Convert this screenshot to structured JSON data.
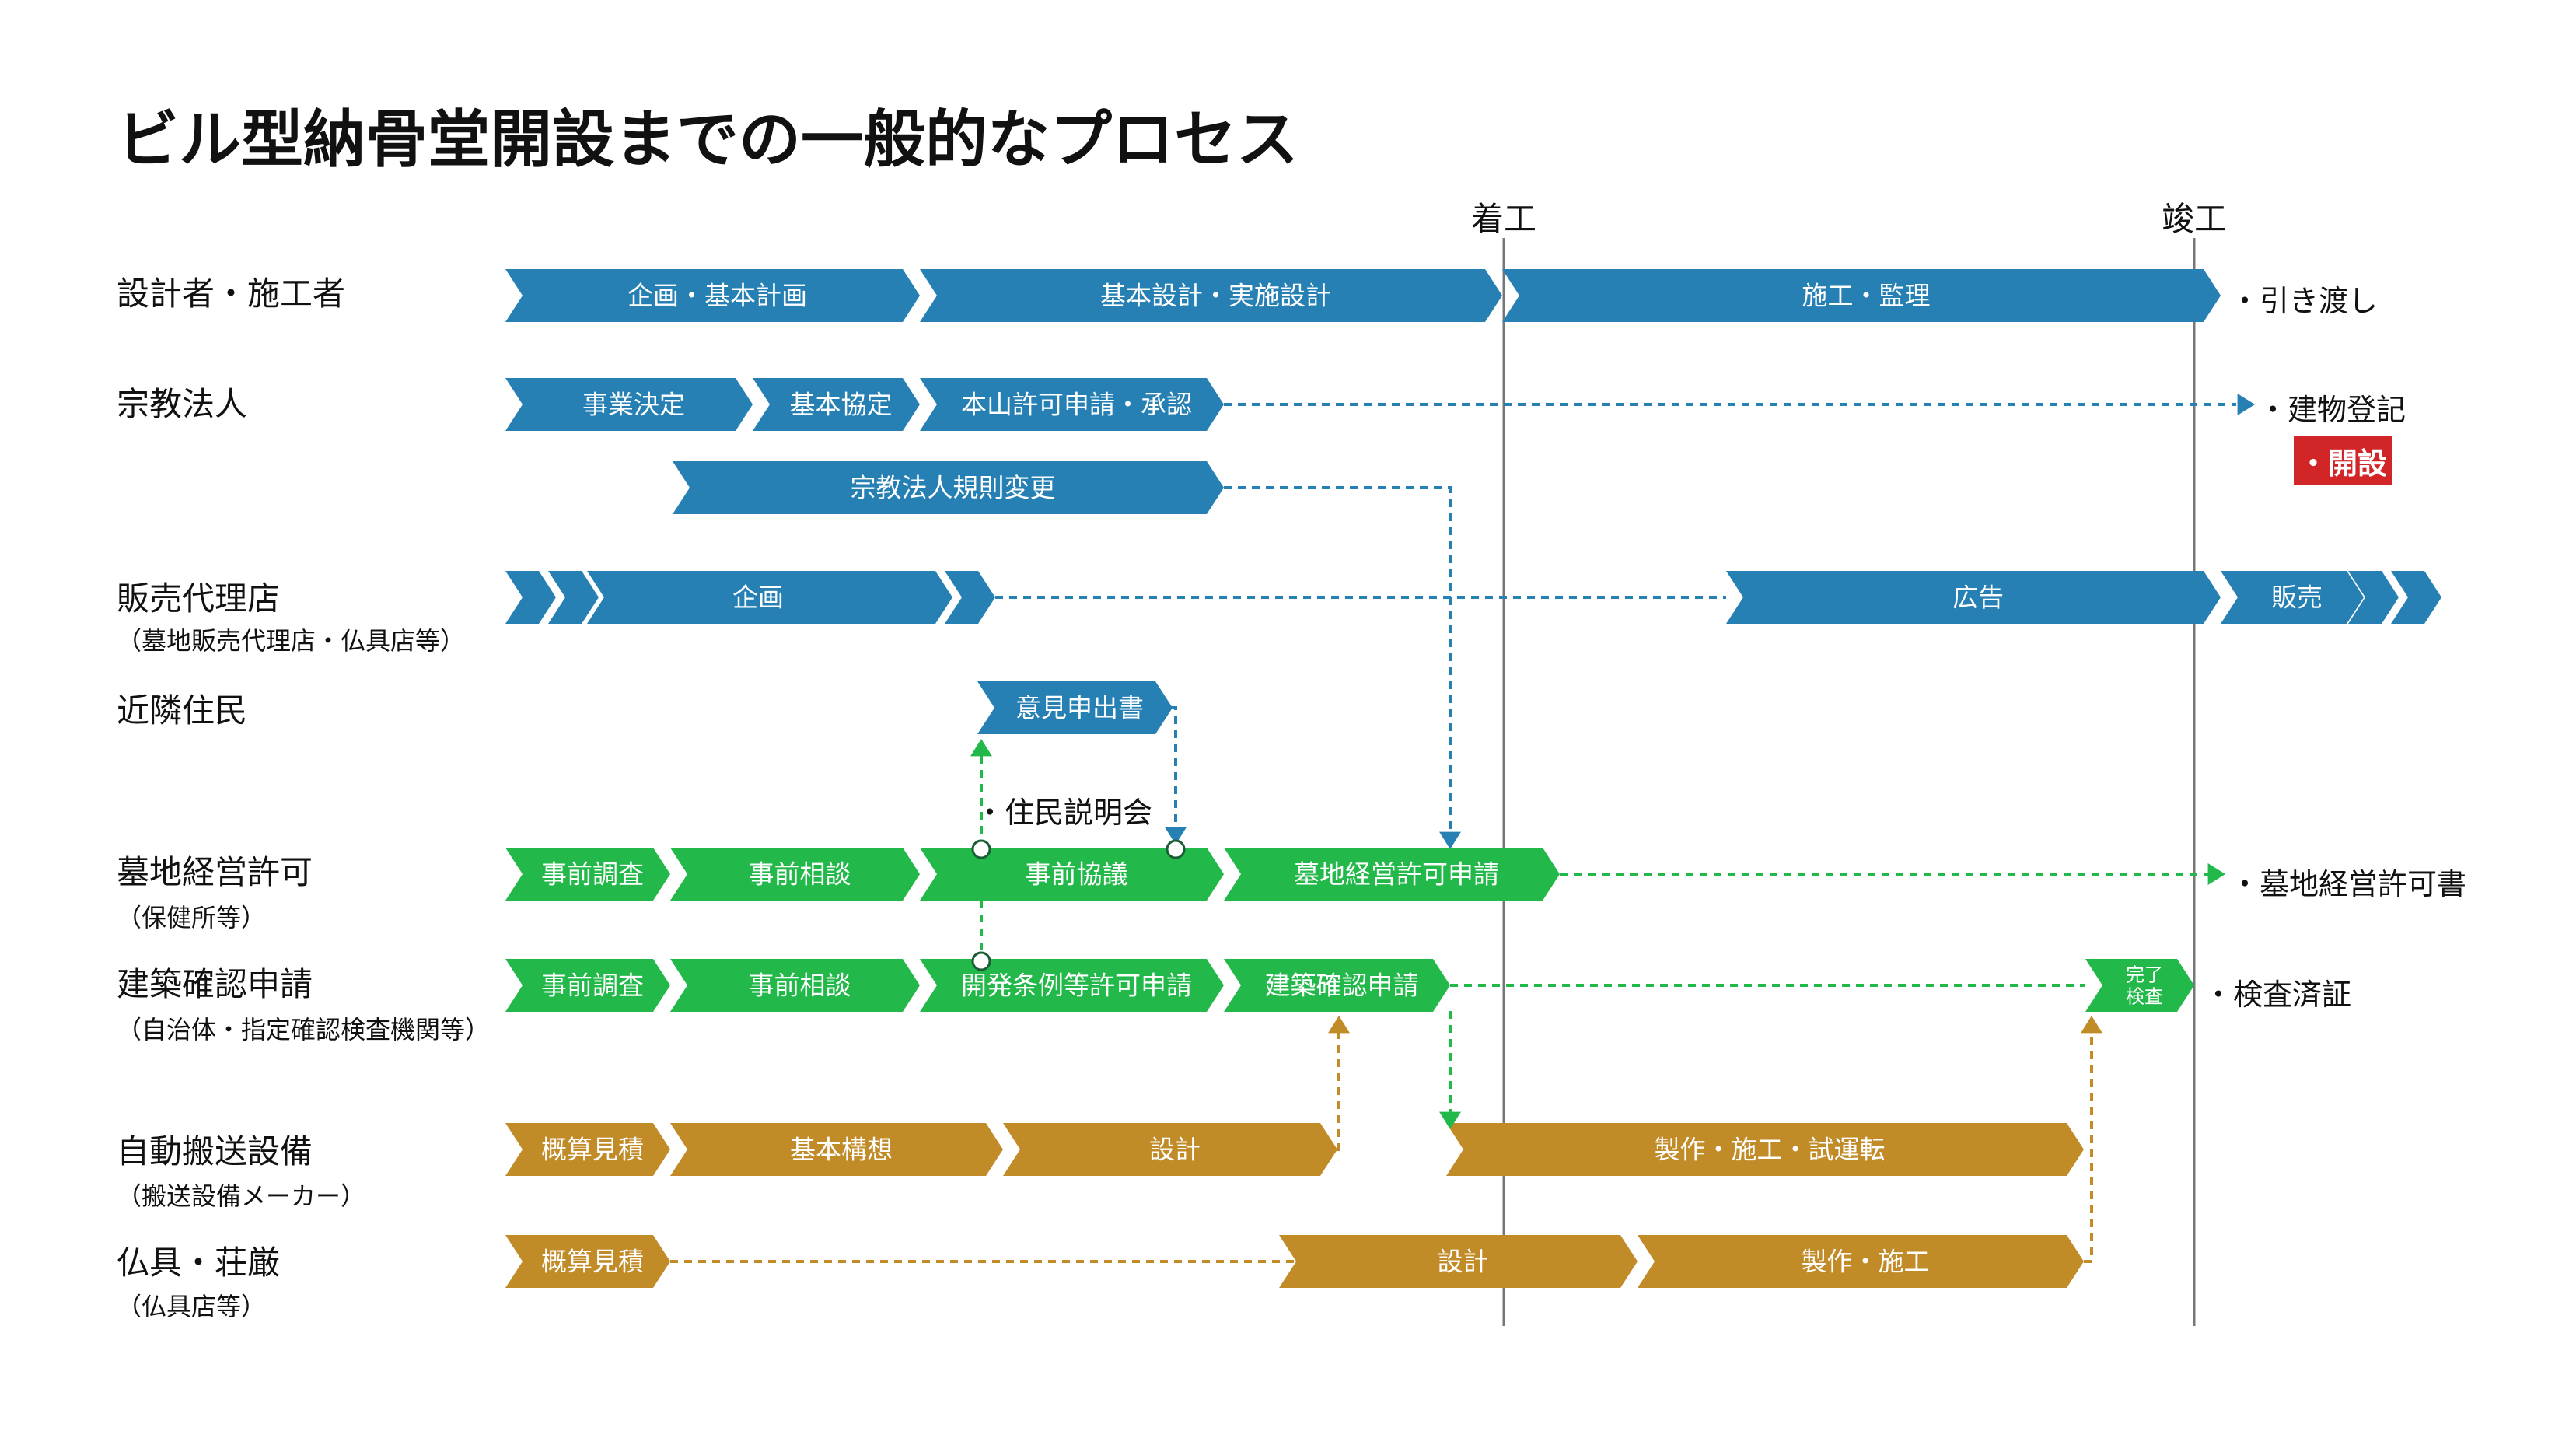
{
  "title": "ビル型納骨堂開設までの一般的なプロセス",
  "colors": {
    "blue": "#2680b4",
    "green": "#22b84a",
    "gold": "#c18b27",
    "red": "#d22527",
    "line": "#777777"
  },
  "milestones": {
    "start": "着工",
    "end": "竣工"
  },
  "rows": [
    {
      "label": "設計者・施工者",
      "sub": ""
    },
    {
      "label": "宗教法人",
      "sub": ""
    },
    {
      "label": "販売代理店",
      "sub": "（墓地販売代理店・仏具店等）"
    },
    {
      "label": "近隣住民",
      "sub": ""
    },
    {
      "label": "墓地経営許可",
      "sub": "（保健所等）"
    },
    {
      "label": "建築確認申請",
      "sub": "（自治体・指定確認検査機関等）"
    },
    {
      "label": "自動搬送設備",
      "sub": "（搬送設備メーカー）"
    },
    {
      "label": "仏具・荘厳",
      "sub": "（仏具店等）"
    }
  ],
  "bars": [
    {
      "text": "企画・基本計画",
      "color": "blue"
    },
    {
      "text": "基本設計・実施設計",
      "color": "blue"
    },
    {
      "text": "施工・監理",
      "color": "blue"
    },
    {
      "text": "事業決定",
      "color": "blue"
    },
    {
      "text": "基本協定",
      "color": "blue"
    },
    {
      "text": "本山許可申請・承認",
      "color": "blue"
    },
    {
      "text": "宗教法人規則変更",
      "color": "blue"
    },
    {
      "text": "企画",
      "color": "blue"
    },
    {
      "text": "広告",
      "color": "blue"
    },
    {
      "text": "販売",
      "color": "blue"
    },
    {
      "text": "意見申出書",
      "color": "blue"
    },
    {
      "text": "事前調査",
      "color": "green"
    },
    {
      "text": "事前相談",
      "color": "green"
    },
    {
      "text": "事前協議",
      "color": "green"
    },
    {
      "text": "墓地経営許可申請",
      "color": "green"
    },
    {
      "text": "事前調査",
      "color": "green"
    },
    {
      "text": "事前相談",
      "color": "green"
    },
    {
      "text": "開発条例等許可申請",
      "color": "green"
    },
    {
      "text": "建築確認申請",
      "color": "green"
    },
    {
      "text": "完了\n検査",
      "color": "green"
    },
    {
      "text": "概算見積",
      "color": "gold"
    },
    {
      "text": "基本構想",
      "color": "gold"
    },
    {
      "text": "設計",
      "color": "gold"
    },
    {
      "text": "製作・施工・試運転",
      "color": "gold"
    },
    {
      "text": "概算見積",
      "color": "gold"
    },
    {
      "text": "設計",
      "color": "gold"
    },
    {
      "text": "製作・施工",
      "color": "gold"
    }
  ],
  "outcomes": {
    "handover": "・引き渡し",
    "registration": "・建物登記",
    "opening": "・開設",
    "briefing": "・住民説明会",
    "permit": "・墓地経営許可書",
    "inspection": "・検査済証"
  }
}
